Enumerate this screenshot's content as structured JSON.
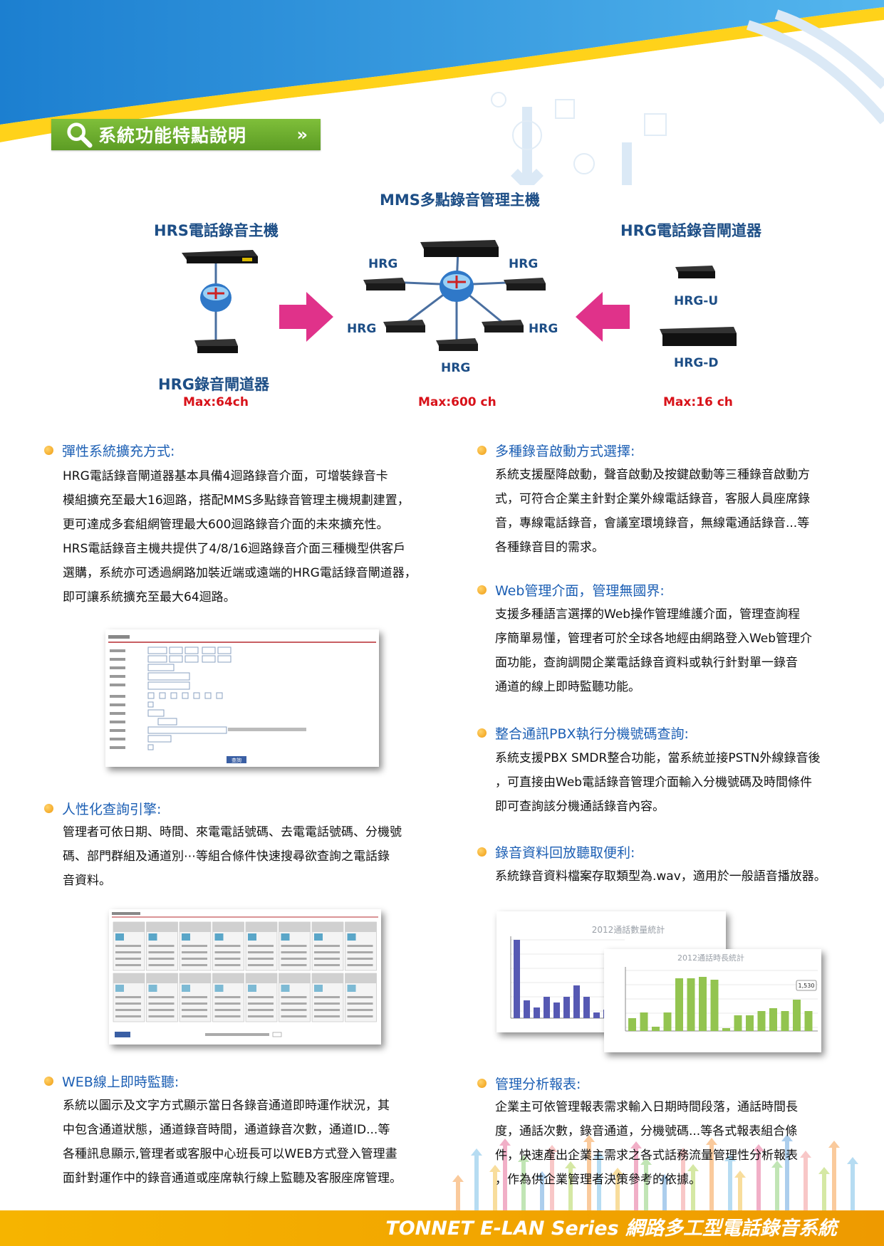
{
  "header": {
    "title": "系統功能特點說明",
    "chevrons": "»"
  },
  "diagram": {
    "hrs_title": "HRS電話錄音主機",
    "mms_title": "MMS多點錄音管理主機",
    "hrg_title": "HRG電話錄音閘道器",
    "hrg_gateway_label": "HRG錄音閘道器",
    "hrg_node": "HRG",
    "hrg_u": "HRG-U",
    "hrg_d": "HRG-D",
    "max_left": "Max:64ch",
    "max_center": "Max:600 ch",
    "max_right": "Max:16 ch"
  },
  "sections": {
    "s1": {
      "title": "彈性系統擴充方式:",
      "lines": [
        "HRG電話錄音閘道器基本具備4迴路錄音介面，可增裝錄音卡",
        "模組擴充至最大16迴路，搭配MMS多點錄音管理主機規劃建置，",
        "更可達成多套組網管理最大600迴路錄音介面的未來擴充性。",
        "HRS電話錄音主機共提供了4/8/16迴路錄音介面三種機型供客戶",
        "選購，系統亦可透過網路加裝近端或遠端的HRG電話錄音閘道器，",
        "即可讓系統擴充至最大64迴路。"
      ]
    },
    "s2": {
      "title": "人性化查詢引擎:",
      "lines": [
        "管理者可依日期、時間、來電電話號碼、去電電話號碼、分機號",
        "碼、部門群組及通道別⋯等組合條件快速搜尋欲查詢之電話錄",
        "音資料。"
      ]
    },
    "s3": {
      "title": "WEB線上即時監聽:",
      "lines": [
        "系統以圖示及文字方式顯示當日各錄音通道即時運作狀況，其",
        "中包含通道狀態，通道錄音時間，通道錄音次數，通道ID...等",
        "各種訊息顯示,管理者或客服中心班長可以WEB方式登入管理畫",
        "面針對運作中的錄音通道或座席執行線上監聽及客服座席管理。"
      ]
    },
    "s4": {
      "title": "多種錄音啟動方式選擇:",
      "lines": [
        "系統支援壓降啟動，聲音啟動及按鍵啟動等三種錄音啟動方",
        "式，可符合企業主針對企業外線電話錄音，客服人員座席錄",
        "音，專線電話錄音，會議室環境錄音，無線電通話錄音...等",
        "各種錄音目的需求。"
      ]
    },
    "s5": {
      "title": "Web管理介面，管理無國界:",
      "lines": [
        "支援多種語言選擇的Web操作管理維護介面，管理查詢程",
        "序簡單易懂，管理者可於全球各地經由網路登入Web管理介",
        "面功能，查詢調閱企業電話錄音資料或執行針對單一錄音",
        "通道的線上即時監聽功能。"
      ]
    },
    "s6": {
      "title": "整合通訊PBX執行分機號碼查詢:",
      "lines": [
        "系統支援PBX SMDR整合功能，當系統並接PSTN外線錄音後",
        "，可直接由Web電話錄音管理介面輸入分機號碼及時間條件",
        "即可查詢該分機通話錄音內容。"
      ]
    },
    "s7": {
      "title": "錄音資料回放聽取便利:",
      "lines": [
        "系統錄音資料檔案存取類型為.wav，適用於一般語音播放器。"
      ]
    },
    "s8": {
      "title": "管理分析報表:",
      "lines": [
        "企業主可依管理報表需求輸入日期時間段落，通話時間長",
        "度，通話次數，錄音通道，分機號碼...等各式報表組合條",
        "件，快速產出企業主需求之各式話務流量管理性分析報表",
        "，作為供企業管理者決策參考的依據。"
      ]
    }
  },
  "charts": {
    "chart1_title": "2012通話數量統計",
    "chart2_title": "2012通話時長統計",
    "chart2_tooltip": "1,530"
  },
  "query_screen": {
    "submit": "查詢"
  },
  "footer": {
    "text": "TONNET E-LAN Series 網路多工型電話錄音系統"
  },
  "colors": {
    "accent_blue": "#1c5fb4",
    "title_green": "#6aab2c",
    "footer_orange": "#f2a500",
    "max_red": "#d8121a"
  }
}
